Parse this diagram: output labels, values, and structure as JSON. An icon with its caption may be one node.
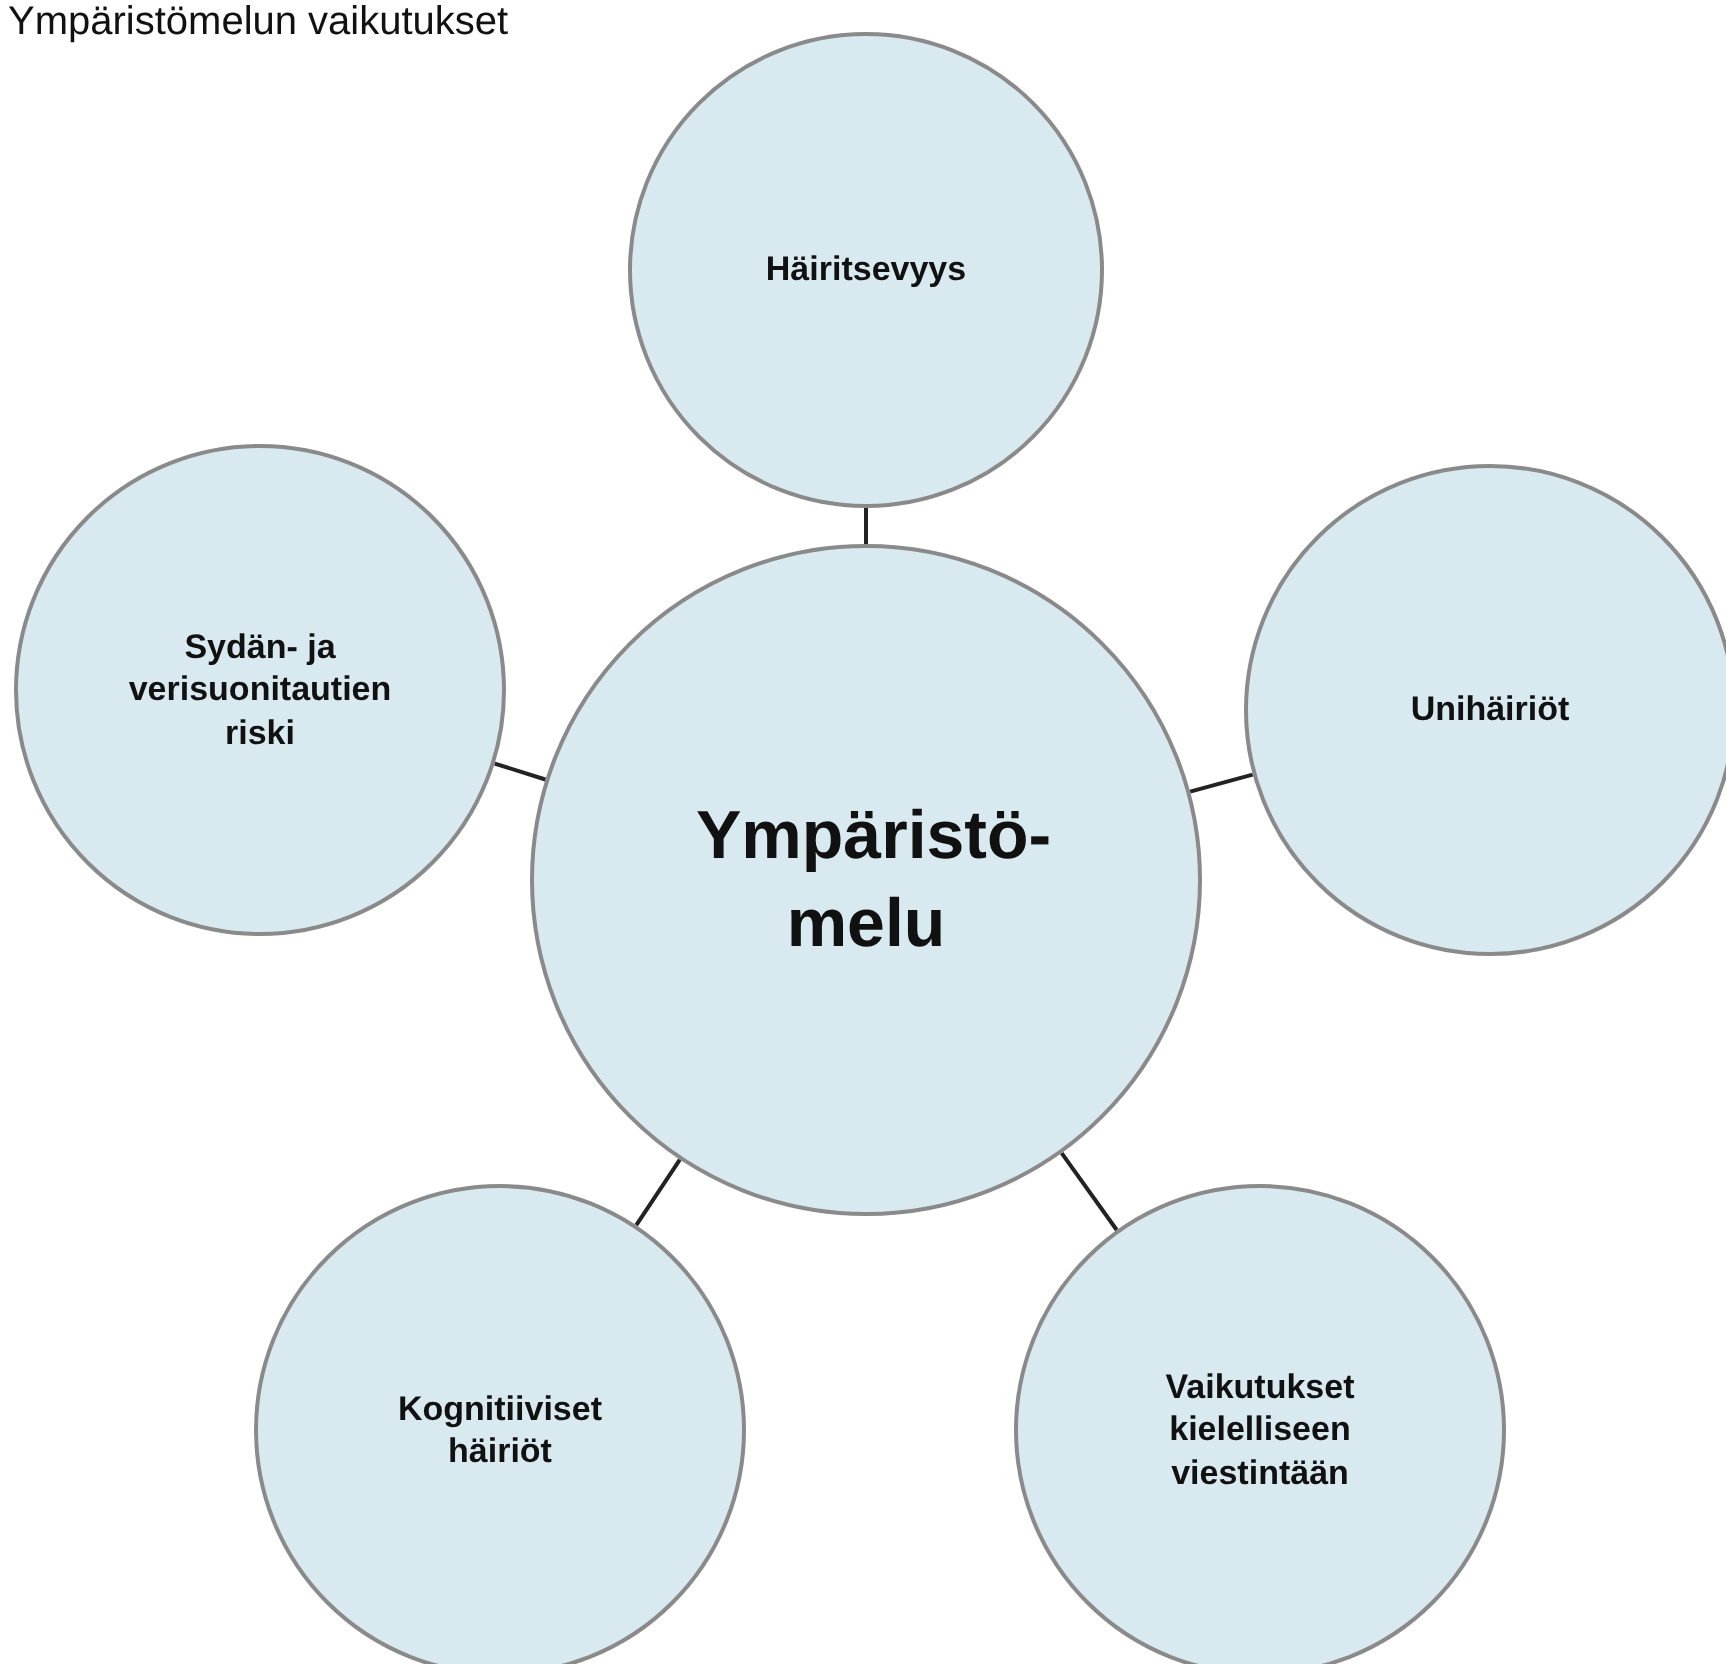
{
  "diagram": {
    "title": "Ympäristömelun vaikutukset",
    "nodes": [
      {
        "text": [
          "Ympäristö- melu"
        ]
      },
      {
        "text": [
          "Häiritsevyys"
        ]
      },
      {
        "text": [
          "Unihäiriöt"
        ]
      },
      {
        "text": [
          "Vaikutukset kielelliseen viestintään"
        ]
      },
      {
        "text": [
          "Kognitiiviset häiriöt"
        ]
      },
      {
        "text": [
          "Sydän- ja verisuonitautien riski"
        ]
      }
    ],
    "edges": [
      {
        "from": 0,
        "to": 1,
        "arrow": "none"
      },
      {
        "from": 0,
        "to": 2,
        "arrow": "none"
      },
      {
        "from": 0,
        "to": 3,
        "arrow": "none"
      },
      {
        "from": 0,
        "to": 4,
        "arrow": "none"
      },
      {
        "from": 0,
        "to": 5,
        "arrow": "none"
      }
    ]
  }
}
